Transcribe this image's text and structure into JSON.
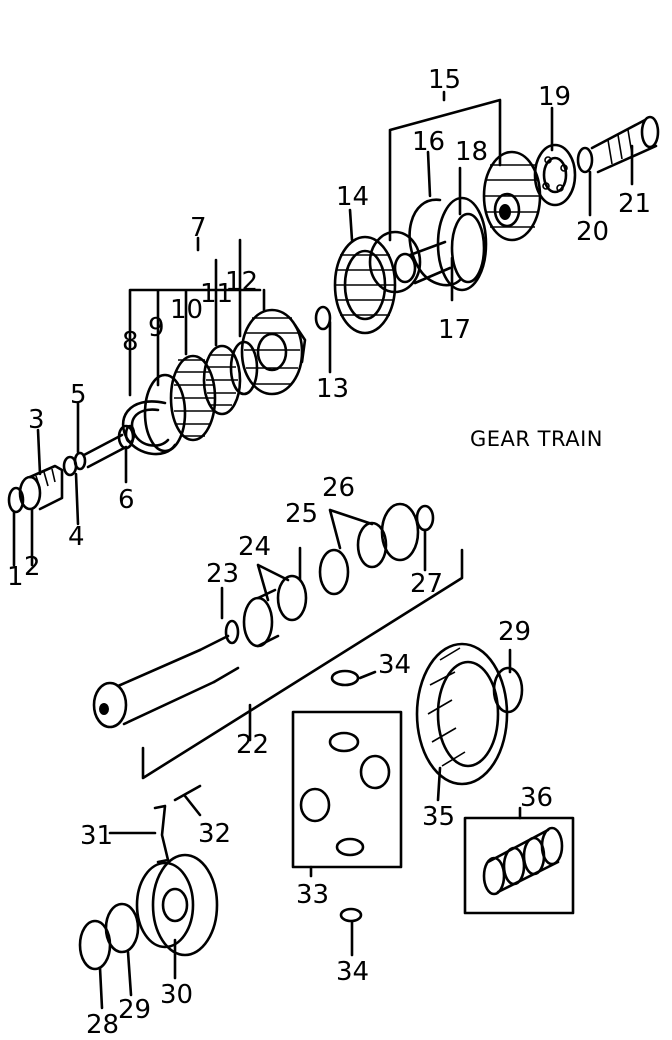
{
  "diagram": {
    "caption": "GEAR TRAIN",
    "callouts": [
      "1",
      "2",
      "3",
      "4",
      "5",
      "6",
      "7",
      "8",
      "9",
      "10",
      "11",
      "12",
      "13",
      "14",
      "15",
      "16",
      "17",
      "18",
      "19",
      "20",
      "21",
      "22",
      "23",
      "24",
      "25",
      "26",
      "27",
      "28",
      "29",
      "29",
      "30",
      "31",
      "32",
      "33",
      "34",
      "34",
      "35",
      "36"
    ]
  }
}
